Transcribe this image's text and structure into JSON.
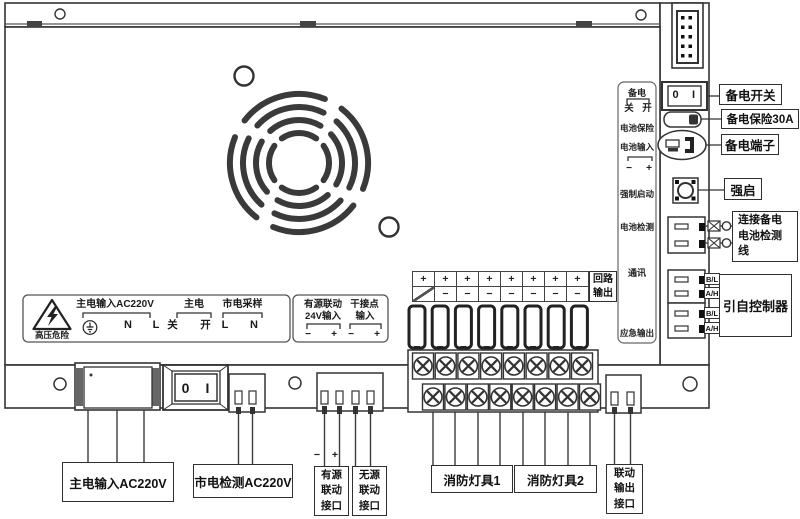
{
  "colors": {
    "ink": "#2b2b2b",
    "background": "#ffffff"
  },
  "rocker": {
    "off": "0",
    "on": "I"
  },
  "right_panel": {
    "backup": "备电",
    "off": "关",
    "on": "开",
    "battery_fuse": "电池保险",
    "battery_input": "电池输入",
    "minus": "−",
    "plus": "+",
    "force_start": "强制启动",
    "battery_detect": "电池检测",
    "comm": "通讯",
    "emergency_output": "应急输出"
  },
  "loop_output": {
    "line1": "回路",
    "line2": "输出",
    "plus": "+",
    "minus": "−"
  },
  "bottom_panel": {
    "hv_warning": "高压危险",
    "main_input_title": "主电输入AC220V",
    "n": "N",
    "l": "L",
    "main_switch_title": "主电",
    "off": "关",
    "on": "开",
    "mains_sample_title": "市电采样",
    "sample_l": "L",
    "sample_n": "N",
    "active_title": "有源联动",
    "active_sub": "24V输入",
    "active_minus": "−",
    "active_plus": "+",
    "dry_title": "干接点",
    "dry_sub": "输入",
    "dry_minus": "−",
    "dry_plus": "+"
  },
  "right_callouts": {
    "backup_switch": "备电开关",
    "backup_fuse": "备电保险30A",
    "backup_terminal": "备电端子",
    "force_start": "强启",
    "connect_line1": "连接备电",
    "connect_line2": "电池检测",
    "connect_line3": "线",
    "from_controller": "引自控制器",
    "pin1": "B/L",
    "pin2": "A/H",
    "pin3": "B/L",
    "pin4": "A/H"
  },
  "bottom_callouts": {
    "main_input": "主电输入AC220V",
    "mains_detect": "市电检测AC220V",
    "active_minus": "−",
    "active_plus": "+",
    "active_l1": "有源",
    "active_l2": "联动",
    "active_l3": "接口",
    "passive_l1": "无源",
    "passive_l2": "联动",
    "passive_l3": "接口",
    "lamp1": "消防灯具1",
    "lamp2": "消防灯具2",
    "linkage_l1": "联动",
    "linkage_l2": "输出",
    "linkage_l3": "接口"
  }
}
